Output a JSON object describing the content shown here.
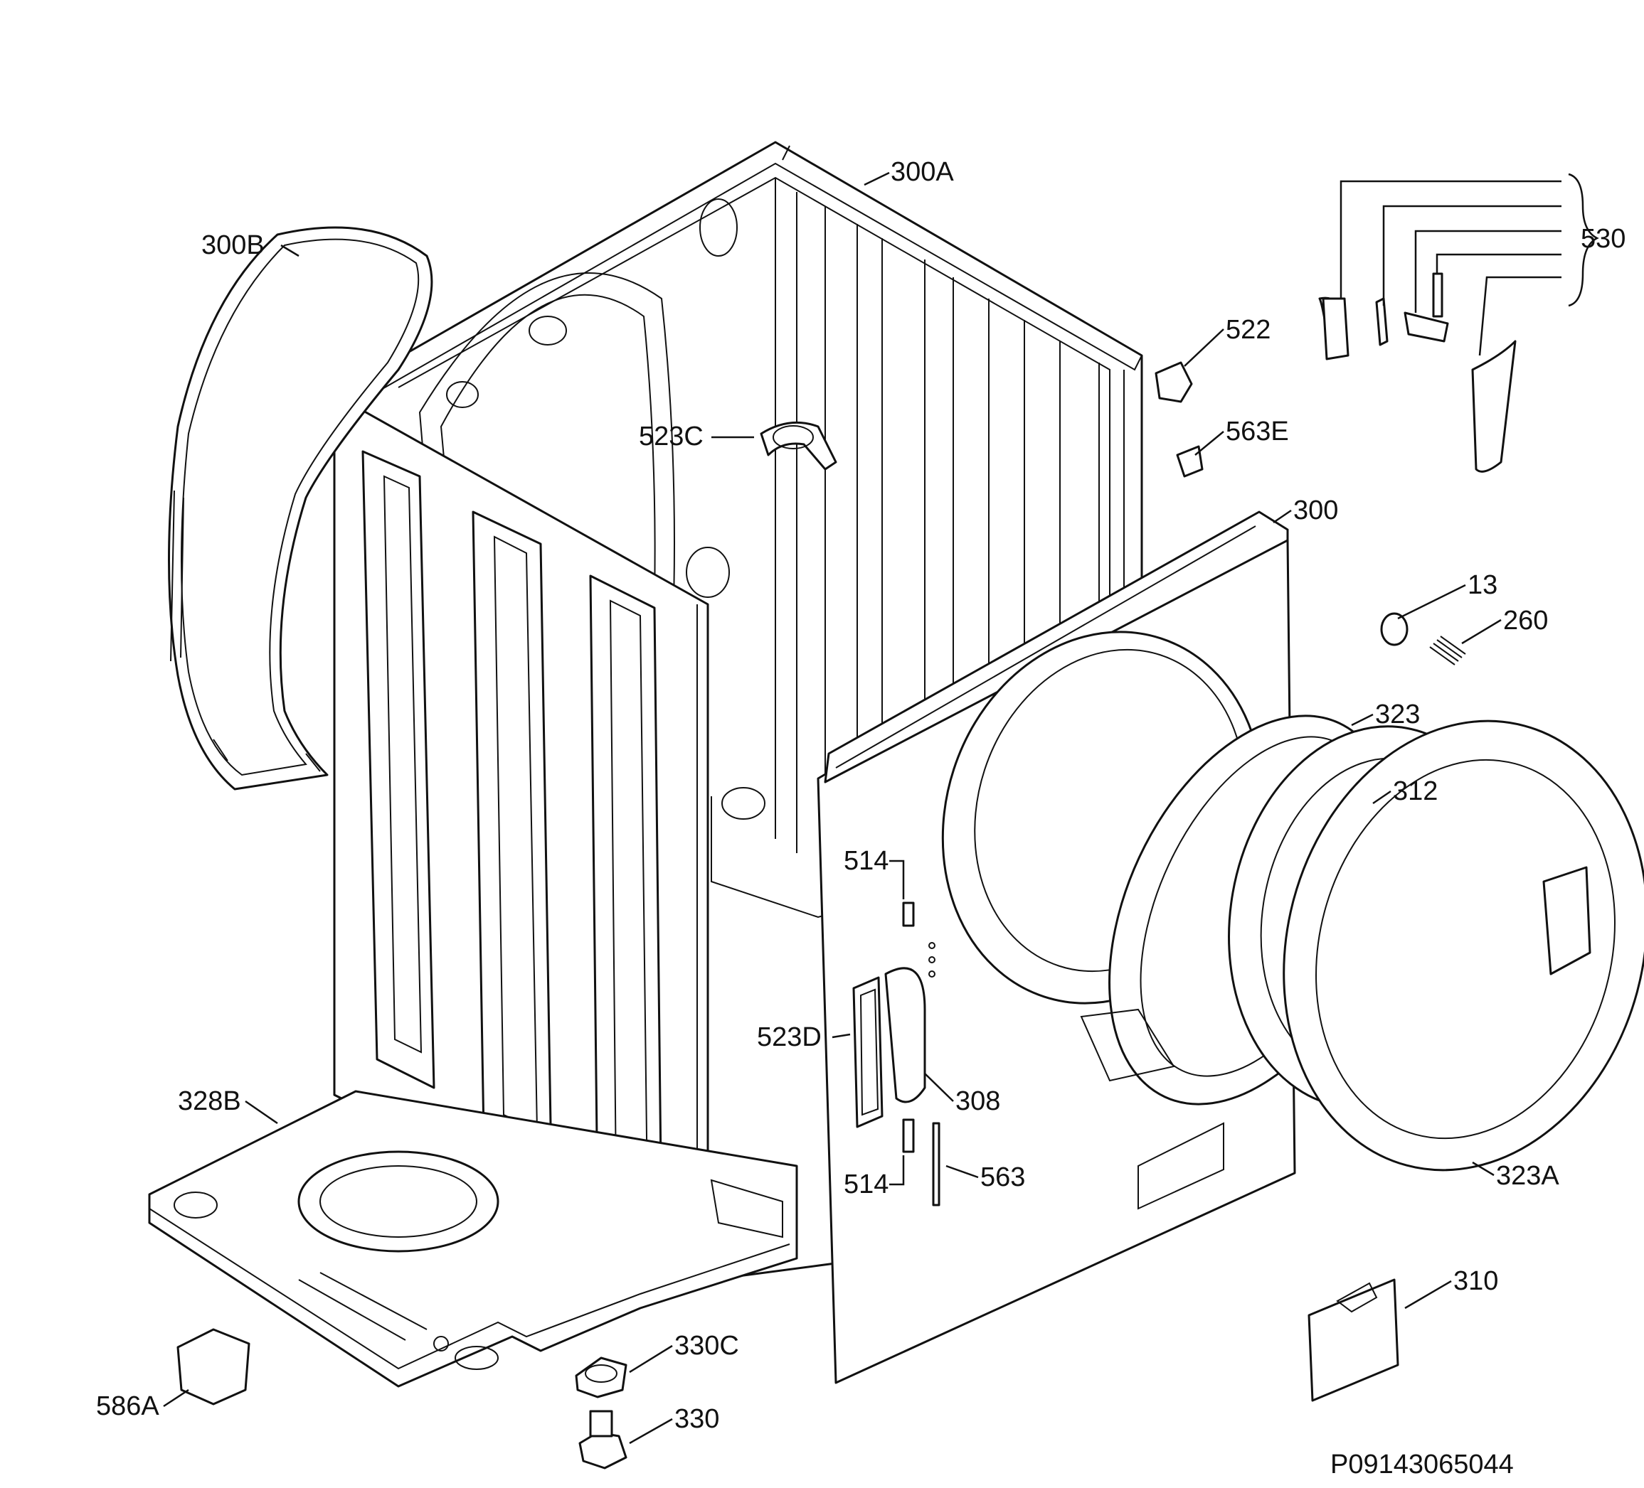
{
  "labels": {
    "l300A": "300A",
    "l300B": "300B",
    "l530": "530",
    "l522": "522",
    "l523C": "523C",
    "l563E": "563E",
    "l300": "300",
    "l13": "13",
    "l260": "260",
    "l323": "323",
    "l312": "312",
    "l514a": "514",
    "l523D": "523D",
    "l308": "308",
    "l514b": "514",
    "l563": "563",
    "l323A": "323A",
    "l328B": "328B",
    "l310": "310",
    "l330C": "330C",
    "l330": "330",
    "l586A": "586A"
  },
  "document_id": "P09143065044"
}
